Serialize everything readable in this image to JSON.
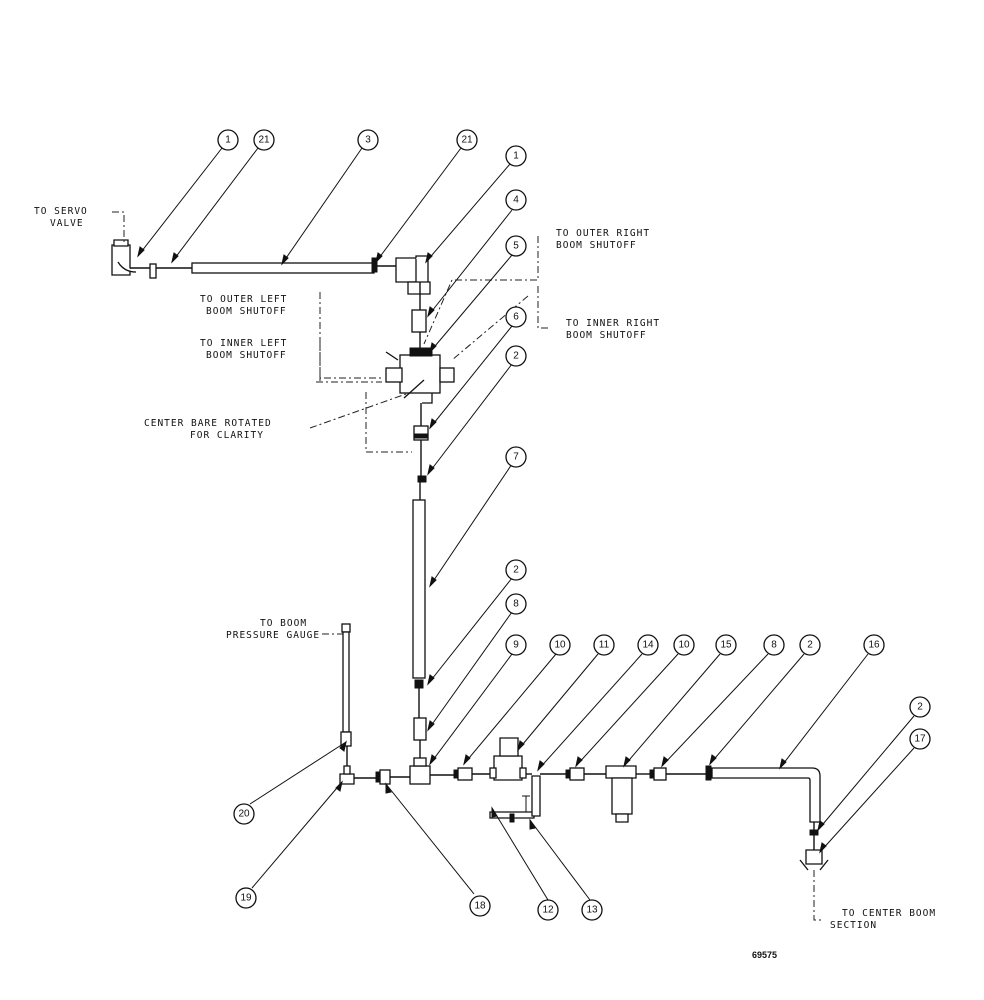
{
  "callouts": [
    {
      "id": "c1",
      "label": "1"
    },
    {
      "id": "c21a",
      "label": "21"
    },
    {
      "id": "c3",
      "label": "3"
    },
    {
      "id": "c21b",
      "label": "21"
    },
    {
      "id": "c1b",
      "label": "1"
    },
    {
      "id": "c4",
      "label": "4"
    },
    {
      "id": "c5",
      "label": "5"
    },
    {
      "id": "c6",
      "label": "6"
    },
    {
      "id": "c2a",
      "label": "2"
    },
    {
      "id": "c7",
      "label": "7"
    },
    {
      "id": "c2b",
      "label": "2"
    },
    {
      "id": "c8a",
      "label": "8"
    },
    {
      "id": "c9",
      "label": "9"
    },
    {
      "id": "c10a",
      "label": "10"
    },
    {
      "id": "c11",
      "label": "11"
    },
    {
      "id": "c14",
      "label": "14"
    },
    {
      "id": "c10b",
      "label": "10"
    },
    {
      "id": "c15",
      "label": "15"
    },
    {
      "id": "c8b",
      "label": "8"
    },
    {
      "id": "c2c",
      "label": "2"
    },
    {
      "id": "c16",
      "label": "16"
    },
    {
      "id": "c2d",
      "label": "2"
    },
    {
      "id": "c17",
      "label": "17"
    },
    {
      "id": "c20",
      "label": "20"
    },
    {
      "id": "c19",
      "label": "19"
    },
    {
      "id": "c18",
      "label": "18"
    },
    {
      "id": "c12",
      "label": "12"
    },
    {
      "id": "c13",
      "label": "13"
    }
  ],
  "notes": {
    "servo_valve": [
      "TO SERVO",
      "VALVE"
    ],
    "outer_right": [
      "TO OUTER RIGHT",
      "BOOM SHUTOFF"
    ],
    "inner_right": [
      "TO INNER RIGHT",
      "BOOM SHUTOFF"
    ],
    "outer_left": [
      "TO OUTER LEFT",
      "BOOM SHUTOFF"
    ],
    "inner_left": [
      "TO INNER LEFT",
      "BOOM SHUTOFF"
    ],
    "center_bare": [
      "CENTER BARE ROTATED",
      "FOR CLARITY"
    ],
    "pressure_gauge": [
      "TO BOOM",
      "PRESSURE GAUGE"
    ],
    "center_boom": [
      "TO CENTER BOOM",
      "SECTION"
    ]
  },
  "figure_number": "69575"
}
